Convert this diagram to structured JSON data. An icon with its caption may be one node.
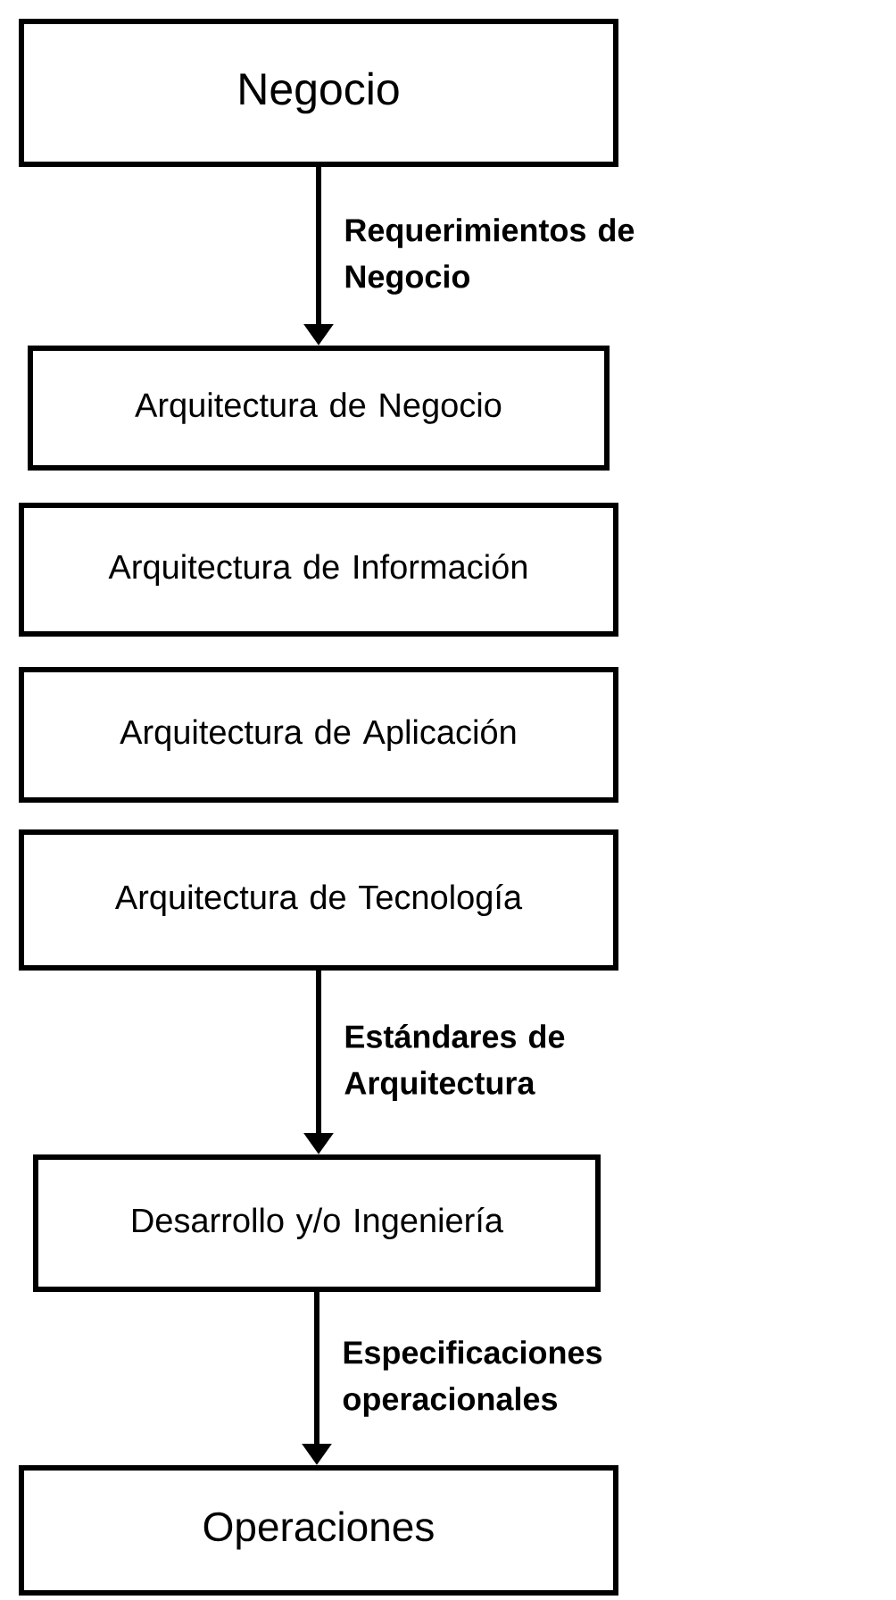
{
  "diagram": {
    "nodes": [
      {
        "text": [
          "Negocio"
        ]
      },
      {
        "text": [
          "Arquitectura de Negocio"
        ]
      },
      {
        "text": [
          "Arquitectura de Información"
        ]
      },
      {
        "text": [
          "Arquitectura de Aplicación"
        ]
      },
      {
        "text": [
          "Arquitectura de Tecnología"
        ]
      },
      {
        "text": [
          "Desarrollo y/o Ingeniería"
        ]
      },
      {
        "text": [
          "Operaciones"
        ]
      }
    ],
    "edges": [
      {
        "from": 0,
        "to": 1,
        "arrow": "to",
        "label": "Requerimientos de Negocio"
      },
      {
        "from": 4,
        "to": 5,
        "arrow": "to",
        "label": "Estándares de Arquitectura"
      },
      {
        "from": 5,
        "to": 6,
        "arrow": "to",
        "label": "Especificaciones operacionales"
      }
    ]
  }
}
